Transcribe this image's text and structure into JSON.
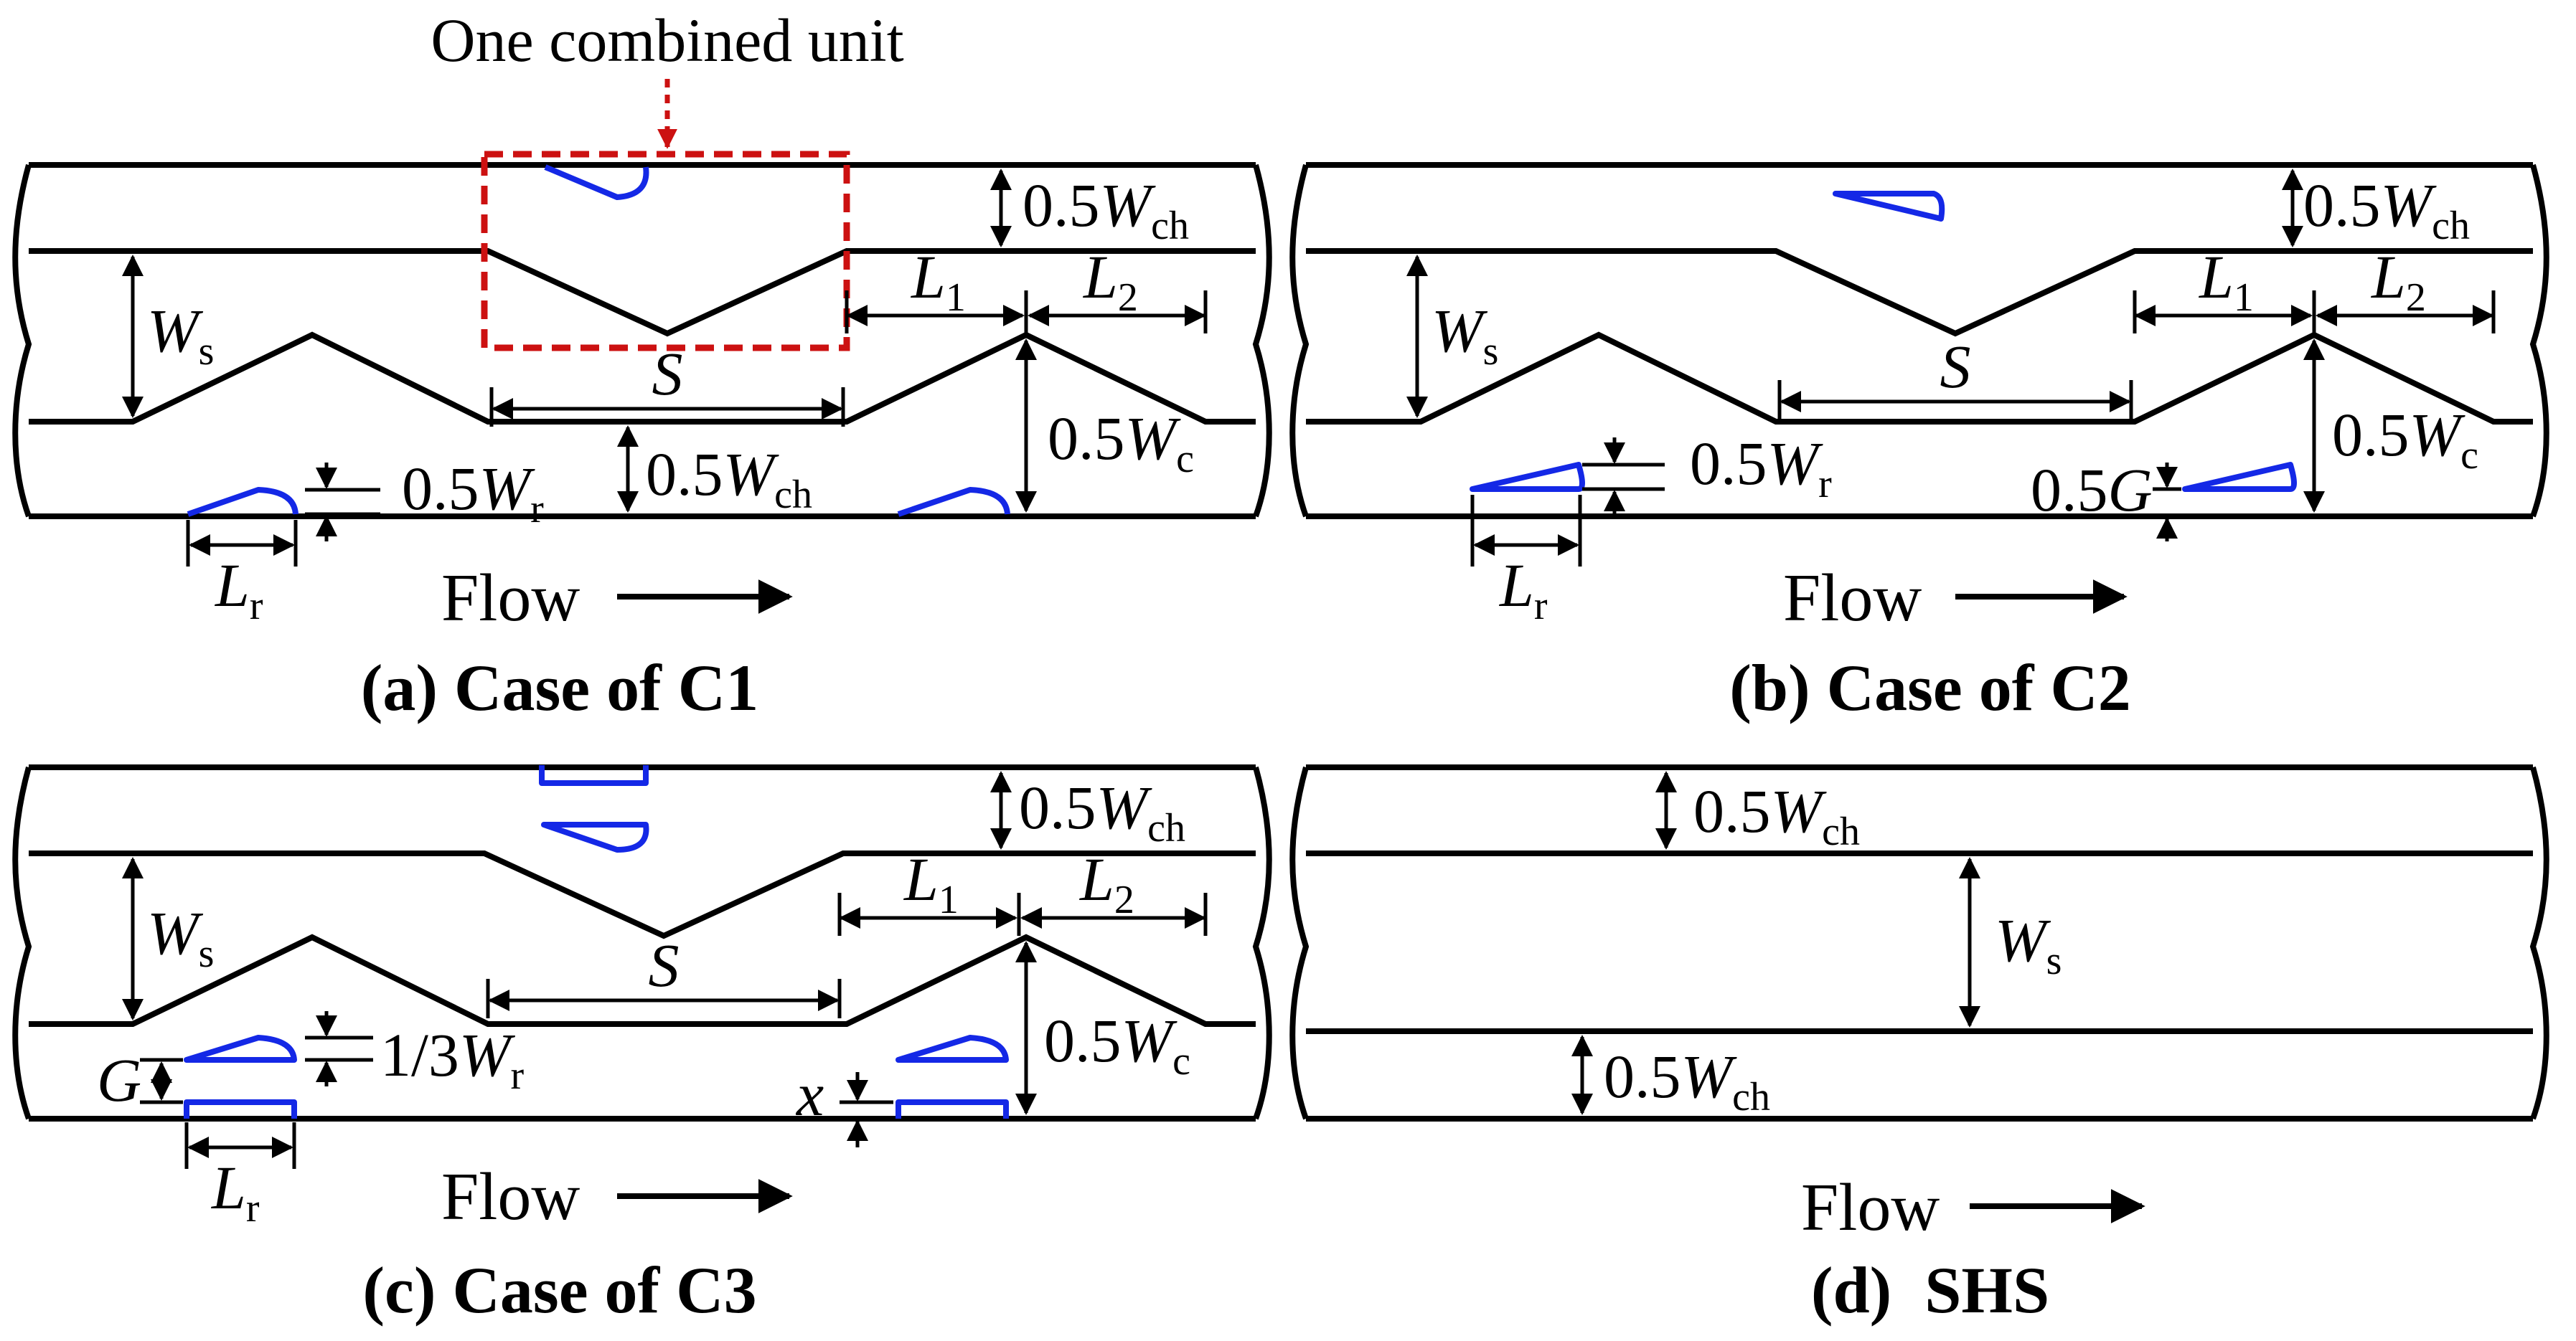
{
  "callout": "One combined unit",
  "captions": {
    "a": "(a) Case of C1",
    "b": "(b) Case of C2",
    "c": "(c) Case of C3",
    "d": "(d)  SHS"
  },
  "flow_label": "Flow",
  "dims": {
    "half": "0.5",
    "one_third": "1/3",
    "W": "W",
    "L": "L",
    "S": "S",
    "G": "G",
    "x": "x",
    "sub_ch": "ch",
    "sub_s": "s",
    "sub_c": "c",
    "sub_r": "r",
    "sub_1": "1",
    "sub_2": "2"
  },
  "colors": {
    "wall": "#000000",
    "rib": "#1428e6",
    "unit_box": "#cc1111"
  }
}
